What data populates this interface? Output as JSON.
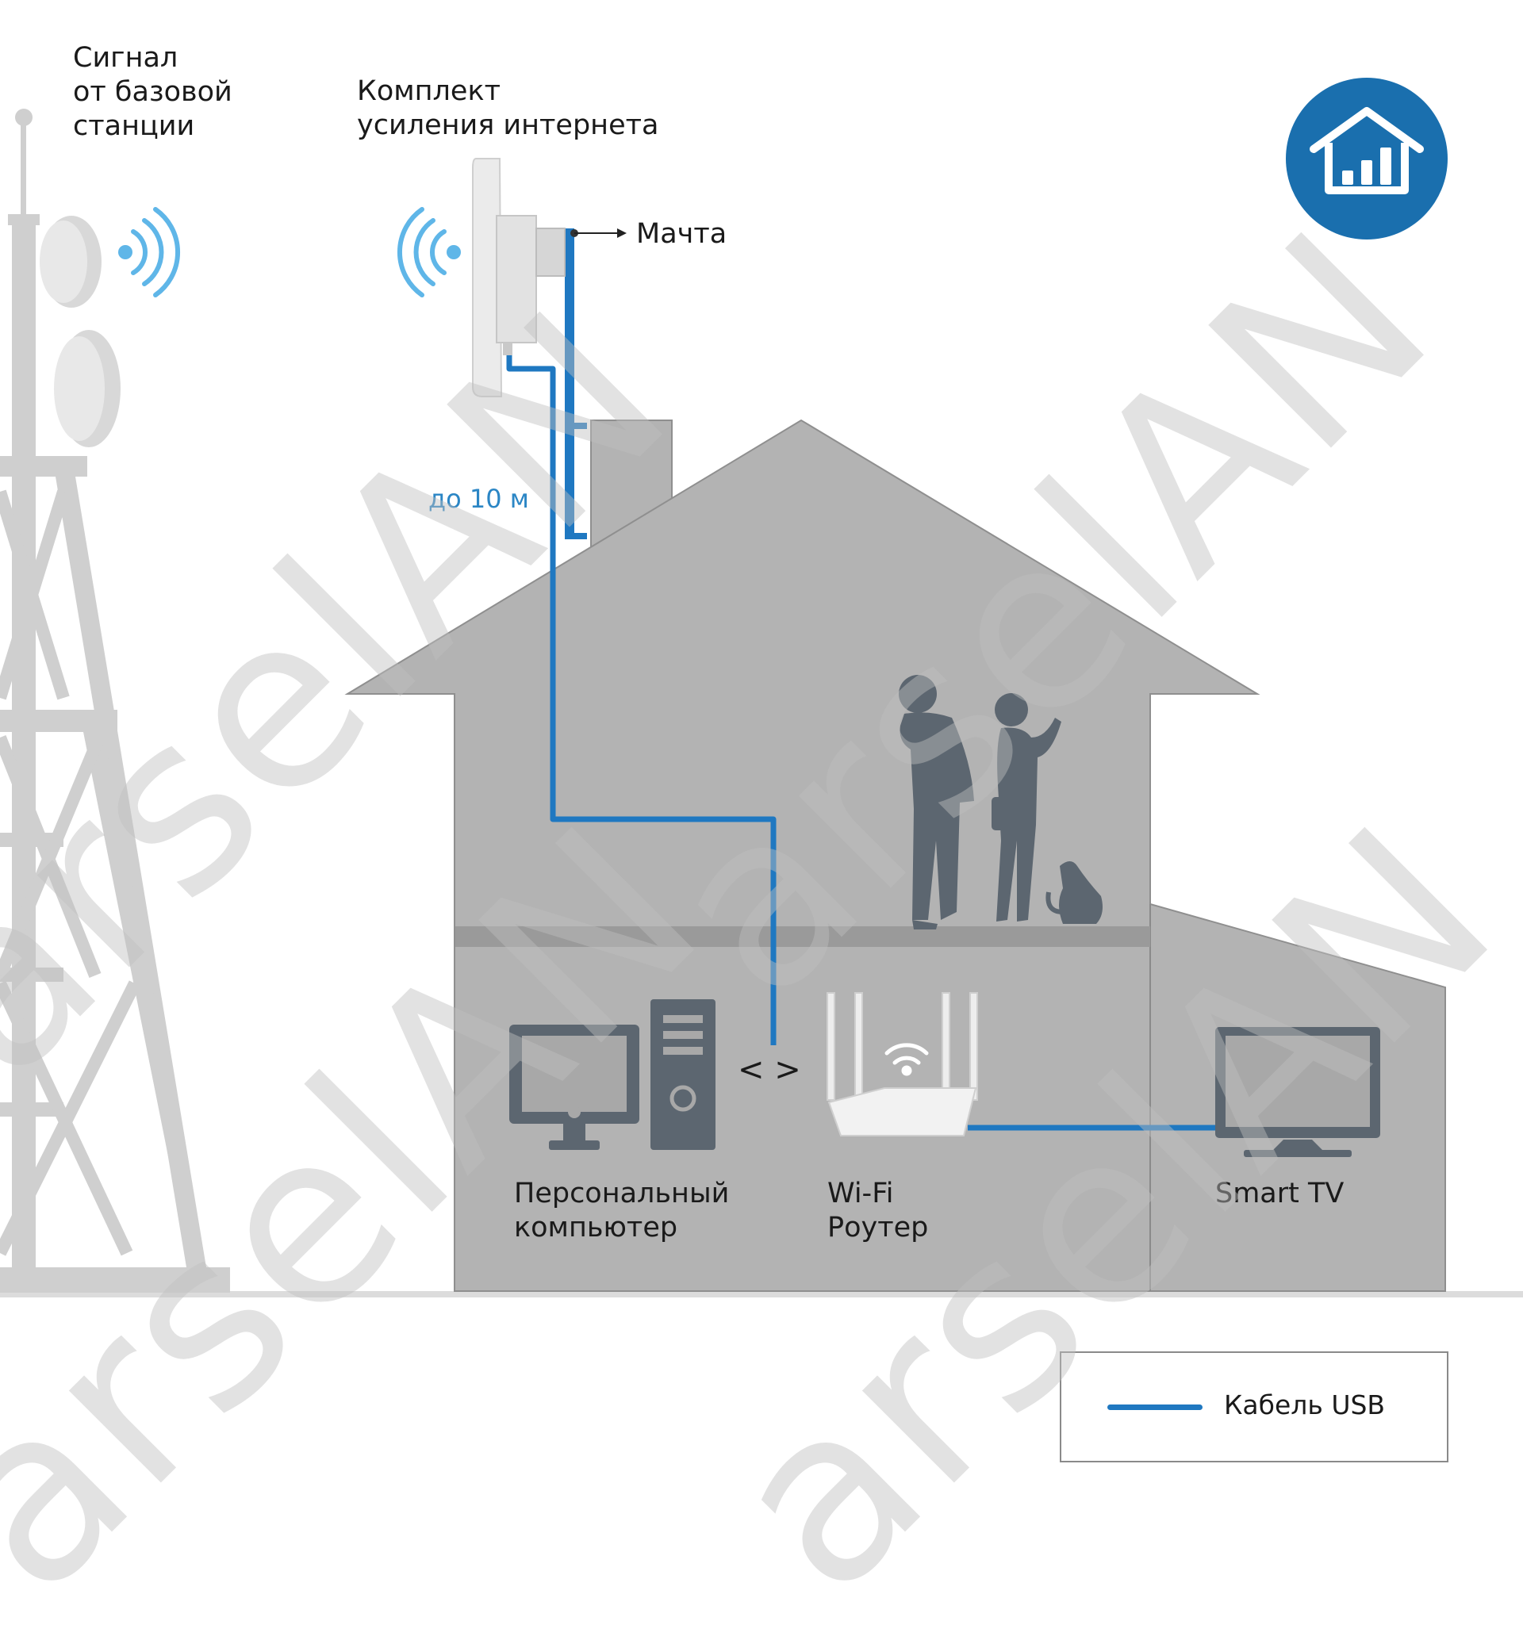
{
  "labels": {
    "signal": [
      "Сигнал",
      "от базовой",
      "станции"
    ],
    "kit": [
      "Комплект",
      "усиления интернета"
    ],
    "mast": "Мачта",
    "distance": "до 10 м",
    "pc": [
      "Персональный",
      "компьютер"
    ],
    "router": [
      "Wi-Fi",
      "Роутер"
    ],
    "tv": "Smart TV",
    "arrows": "< >"
  },
  "legend": {
    "cable": "Кабель USB"
  },
  "watermark": "arselAN",
  "colors": {
    "cable": "#1f78c1",
    "wave": "#5fb6e8",
    "house": "#b3b3b3",
    "tower": "#cfcfcf",
    "figures": "#5c6670",
    "badge": "#1a6fae"
  },
  "icons": [
    "home-signal-icon",
    "wifi-icon",
    "antenna-waves-icon"
  ]
}
